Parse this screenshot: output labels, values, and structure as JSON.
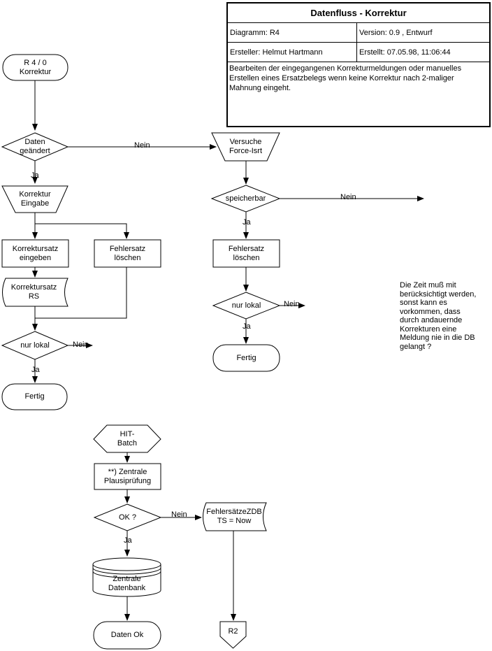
{
  "title_block": {
    "title": "Datenfluss - Korrektur",
    "diagram": "Diagramm: R4",
    "version": "Version: 0.9 , Entwurf",
    "author": "Ersteller: Helmut Hartmann",
    "created": "Erstellt:  07.05.98, 11:06:44",
    "description": "Bearbeiten der eingegangenen Korrekturmeldungen oder manuelles Erstellen eines Ersatzbelegs wenn keine Korrektur nach 2-maliger Mahnung eingeht."
  },
  "labels": {
    "ja": "Ja",
    "nein": "Nein"
  },
  "nodes": {
    "start": "R 4 / 0\nKorrektur",
    "daten_geaendert": "Daten\ngeändert",
    "korrektur_eingabe": "Korrektur\nEingabe",
    "korrektursatz_eingeben": "Korrektursatz\neingeben",
    "fehlersatz_loeschen_links": "Fehlersatz\nlöschen",
    "korrektursatz_rs": "Korrektursatz\nRS",
    "nur_lokal_links": "nur lokal",
    "fertig_links": "Fertig",
    "versuche_force_isrt": "Versuche\nForce-Isrt",
    "speicherbar": "speicherbar",
    "fehlersatz_loeschen_rechts": "Fehlersatz\nlöschen",
    "nur_lokal_rechts": "nur lokal",
    "fertig_rechts": "Fertig",
    "hit_batch": "HIT-\nBatch",
    "zentrale_plausipruefung": "**) Zentrale\nPlausiprüfung",
    "ok_frage": "OK ?",
    "fehlersaetze_zdb": "FehlersätzeZDB\nTS = Now",
    "zentrale_datenbank": "Zentrale\nDatenbank",
    "daten_ok": "Daten Ok",
    "r2": "R2"
  },
  "note": "Die Zeit muß mit\nberücksichtigt werden,\nsonst kann es\nvorkommen, dass\ndurch andauernde\nKorrekturen eine\nMeldung nie in die DB\ngelangt ?",
  "colors": {
    "line": "#000000",
    "background": "#ffffff"
  }
}
